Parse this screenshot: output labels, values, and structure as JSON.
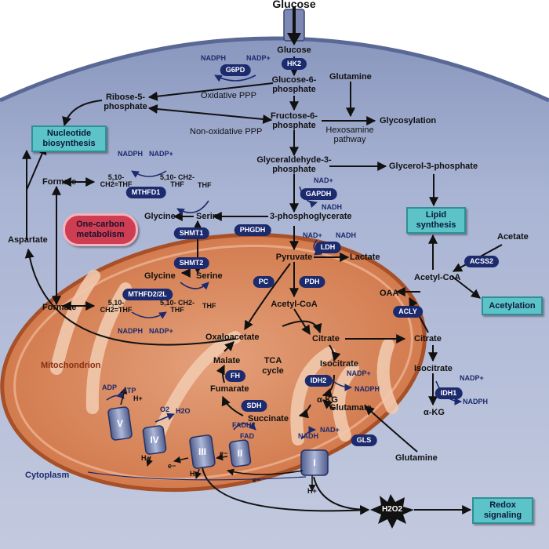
{
  "title": "Glucose",
  "regions": {
    "mitochondrion": "Mitochondrion",
    "cytoplasm": "Cytoplasm",
    "tca_cycle": "TCA cycle"
  },
  "metabolites": {
    "glucose": "Glucose",
    "g6p": "Glucose-6- phosphate",
    "r5p": "Ribose-5- phosphate",
    "f6p": "Fructose-6- phosphate",
    "glutamine_top": "Glutamine",
    "glycosylation": "Glycosylation",
    "hexosamine": "Hexosamine pathway",
    "oxidative_ppp": "Oxidative PPP",
    "nonoxidative_ppp": "Non-oxidative PPP",
    "g3p": "Glyceraldehyde-3- phosphate",
    "glycerol3p": "Glycerol-3-phosphate",
    "three_pg": "3-phosphoglycerate",
    "serine": "Serine",
    "glycine": "Glycine",
    "pyruvate": "Pyruvate",
    "lactate": "Lactate",
    "acetyl_coa_mito": "Acetyl-CoA",
    "oxaloacetate": "Oxaloacetate",
    "citrate_mito": "Citrate",
    "isocitrate_mito": "Isocitrate",
    "akg_mito": "α-KG",
    "succinate": "Succinate",
    "fumarate": "Fumarate",
    "malate": "Malate",
    "glutamate": "Glutamate",
    "glutamine_bottom": "Glutamine",
    "citrate_cyto": "Citrate",
    "isocitrate_cyto": "Isocitrate",
    "akg_cyto": "α-KG",
    "acetyl_coa_cyto": "Acetyl-CoA",
    "acetate": "Acetate",
    "oaa": "OAA",
    "aspartate": "Aspartate",
    "formate_cyto": "Formate",
    "formate_mito": "Formate",
    "mthf_cyto": "5,10- CH2=THF",
    "thf_cyto": "THF",
    "ch2thf_cyto": "5,10- CH2-THF",
    "mthf_mito": "5,10- CH2=THF",
    "ch2thf_mito": "5,10- CH2-THF",
    "thf_mito": "THF",
    "serine_mito": "Serine",
    "glycine_mito": "Glycine",
    "h2o2": "H2O2"
  },
  "cofactors": {
    "nadph": "NADPH",
    "nadp": "NADP+",
    "nad": "NAD+",
    "nadh": "NADH",
    "fadh2": "FADH2",
    "fad": "FAD",
    "adp": "ADP",
    "atp": "ATP",
    "o2": "O2",
    "h2o": "H2O",
    "h": "H+",
    "e": "e−"
  },
  "enzymes": {
    "hk2": "HK2",
    "g6pd": "G6PD",
    "gapdh": "GAPDH",
    "ldh": "LDH",
    "phgdh": "PHGDH",
    "shmt1": "SHMT1",
    "shmt2": "SHMT2",
    "mthfd1": "MTHFD1",
    "mthfd2": "MTHFD2/2L",
    "pc": "PC",
    "pdh": "PDH",
    "fh": "FH",
    "sdh": "SDH",
    "idh2": "IDH2",
    "idh1": "IDH1",
    "gls": "GLS",
    "acly": "ACLY",
    "acss2": "ACSS2"
  },
  "outputs": {
    "nucleotide": "Nucleotide biosynthesis",
    "lipid": "Lipid synthesis",
    "acetylation": "Acetylation",
    "redox": "Redox signaling",
    "one_carbon": "One-carbon metabolism"
  },
  "complexes": {
    "c1": "I",
    "c2": "II",
    "c3": "III",
    "c4": "IV",
    "c5": "V"
  }
}
